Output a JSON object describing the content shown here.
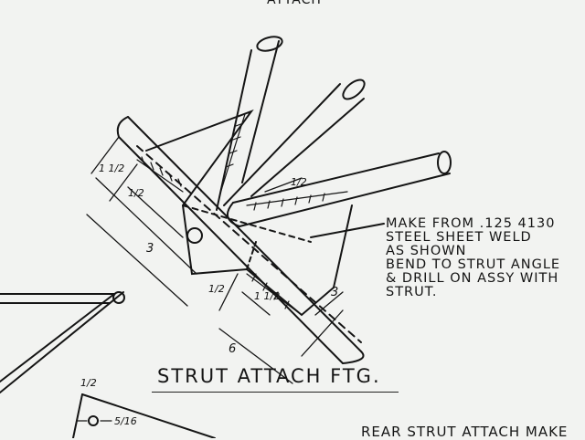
{
  "drawing": {
    "top_cut_text": "ATTACH",
    "title": "STRUT ATTACH FTG.",
    "note_lines": [
      "MAKE FROM .125  4130",
      "STEEL SHEET WELD",
      "AS SHOWN",
      "BEND TO STRUT ANGLE",
      "& DRILL ON ASSY WITH",
      "STRUT."
    ],
    "bottom_cut_text": "REAR STRUT  ATTACH  MAKE",
    "dimensions": {
      "d1": "1 1/2",
      "d2": "1/2",
      "d3": "3",
      "d4": "6",
      "d5": "1/2",
      "d6": "1 1/2",
      "d7": "3",
      "d8": "1/2",
      "d9": "1/2",
      "d10": "5/16"
    }
  }
}
